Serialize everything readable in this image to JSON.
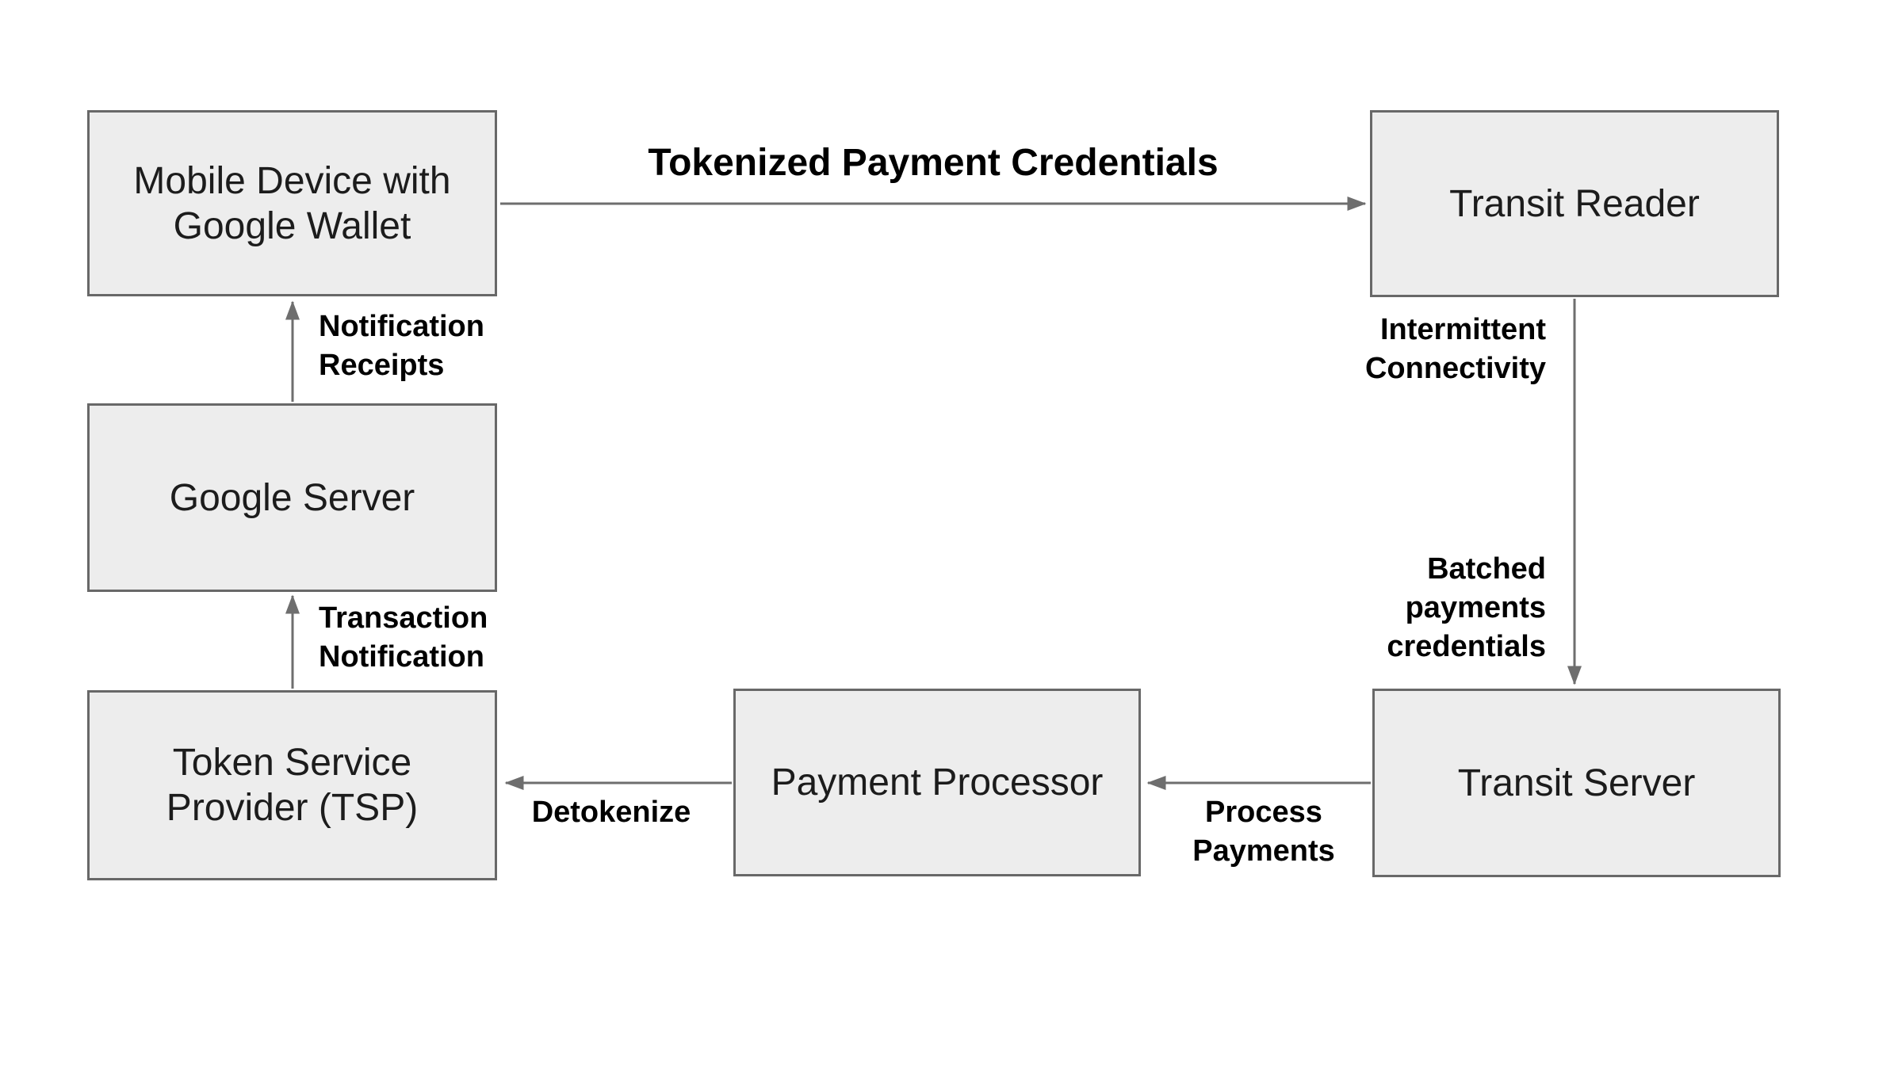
{
  "diagram": {
    "nodes": [
      {
        "id": "mobile-device",
        "label": "Mobile Device with\nGoogle Wallet"
      },
      {
        "id": "transit-reader",
        "label": "Transit Reader"
      },
      {
        "id": "google-server",
        "label": "Google Server"
      },
      {
        "id": "token-service-provider",
        "label": "Token Service\nProvider (TSP)"
      },
      {
        "id": "payment-processor",
        "label": "Payment Processor"
      },
      {
        "id": "transit-server",
        "label": "Transit Server"
      }
    ],
    "edges": [
      {
        "from": "Mobile Device with Google Wallet",
        "to": "Transit Reader",
        "label": "Tokenized Payment Credentials"
      },
      {
        "from": "Google Server",
        "to": "Mobile Device with Google Wallet",
        "label": "Notification\nReceipts"
      },
      {
        "from": "Token Service Provider (TSP)",
        "to": "Google Server",
        "label": "Transaction\nNotification"
      },
      {
        "from": "Transit Reader",
        "to": "Transit Server",
        "label_top": "Intermittent\nConnectivity",
        "label_bottom": "Batched\npayments\ncredentials"
      },
      {
        "from": "Transit Server",
        "to": "Payment Processor",
        "label": "Process\nPayments"
      },
      {
        "from": "Payment Processor",
        "to": "Token Service Provider (TSP)",
        "label": "Detokenize"
      }
    ],
    "colors": {
      "background": "#ffffff",
      "node_fill": "#ededed",
      "node_border": "#686868",
      "node_text": "#1c1c1c",
      "arrow": "#6e6e6e",
      "label_text": "#000000"
    }
  }
}
